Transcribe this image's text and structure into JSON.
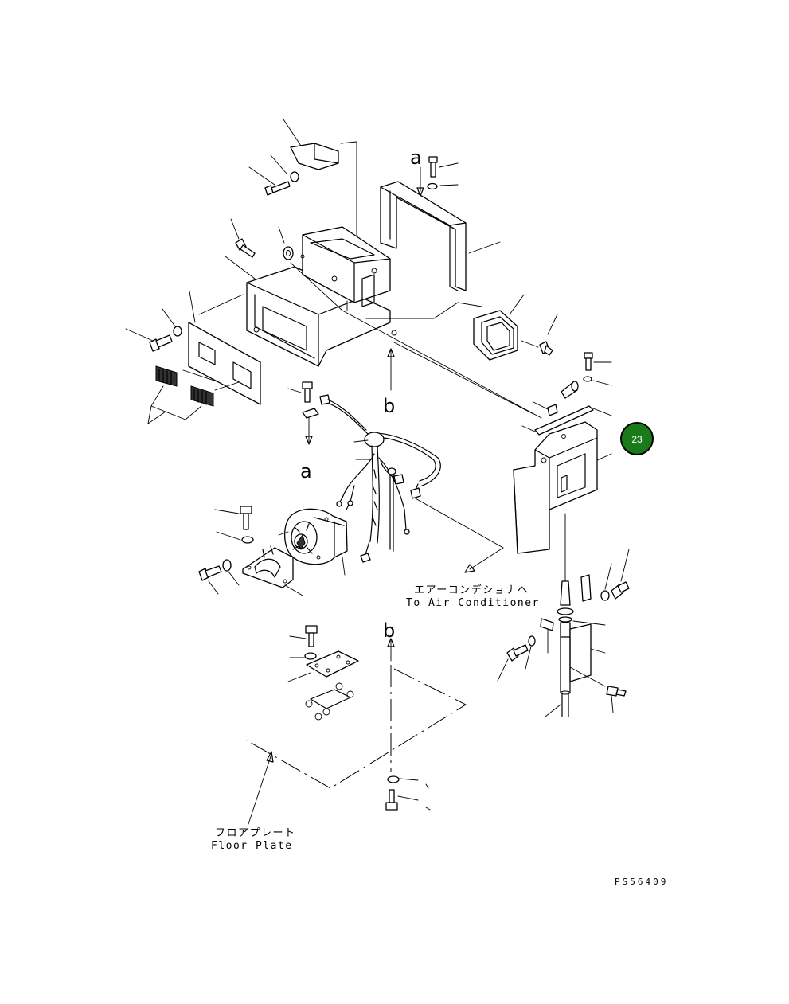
{
  "refs": {
    "a_top": "a",
    "a_mid": "a",
    "b_mid": "b",
    "b_low": "b"
  },
  "callouts": {
    "to_air_conditioner_jp": "エアーコンデショナヘ",
    "to_air_conditioner_en": "To Air Conditioner",
    "floor_plate_jp": "フロアプレート",
    "floor_plate_en": "Floor Plate"
  },
  "drawing_code": "PS56409",
  "badge": {
    "number": "23",
    "color": "#1a7a1a",
    "ring_color": "#000000"
  }
}
